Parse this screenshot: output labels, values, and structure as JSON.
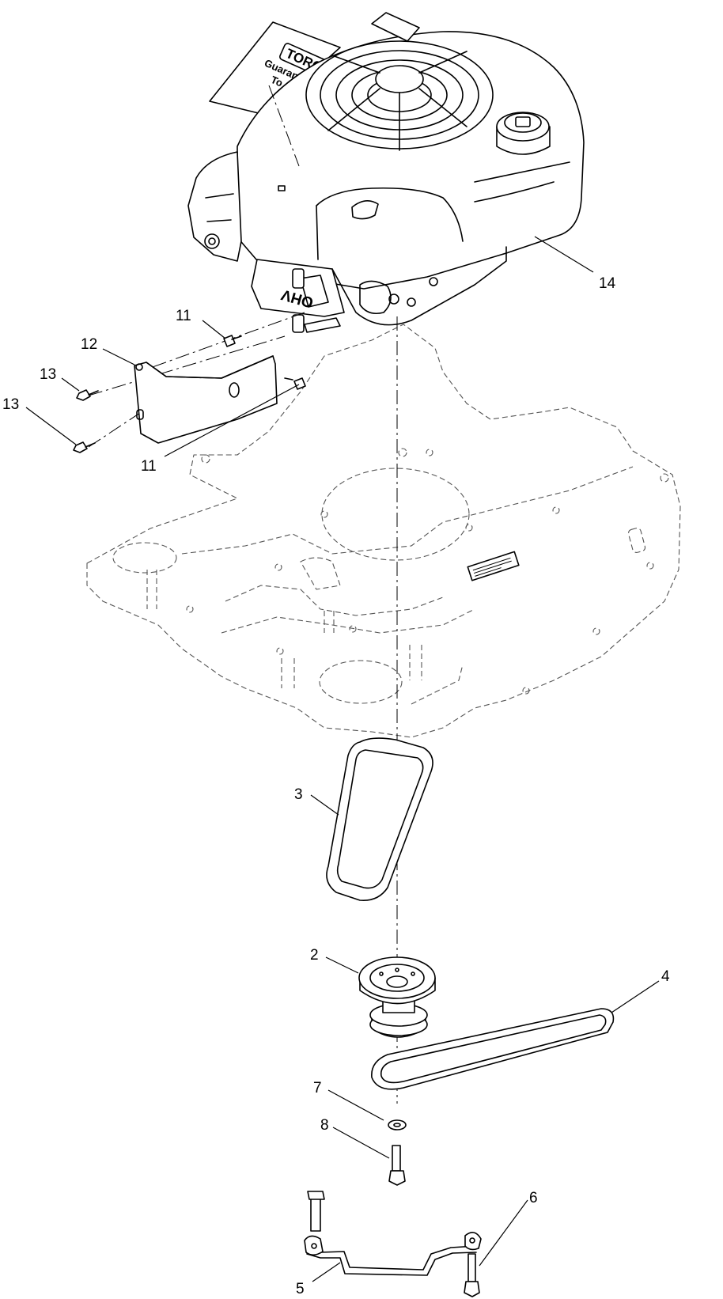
{
  "engine": {
    "logo_text": "TORO",
    "slogan_line1": "Guaranteed",
    "slogan_line2": "To Start",
    "badge_text": "OHV"
  },
  "callouts": [
    {
      "id": "14",
      "label": "14"
    },
    {
      "id": "11a",
      "label": "11"
    },
    {
      "id": "12",
      "label": "12"
    },
    {
      "id": "13a",
      "label": "13"
    },
    {
      "id": "13b",
      "label": "13"
    },
    {
      "id": "11b",
      "label": "11"
    },
    {
      "id": "3",
      "label": "3"
    },
    {
      "id": "2",
      "label": "2"
    },
    {
      "id": "4",
      "label": "4"
    },
    {
      "id": "7",
      "label": "7"
    },
    {
      "id": "8",
      "label": "8"
    },
    {
      "id": "6",
      "label": "6"
    },
    {
      "id": "5",
      "label": "5"
    }
  ]
}
